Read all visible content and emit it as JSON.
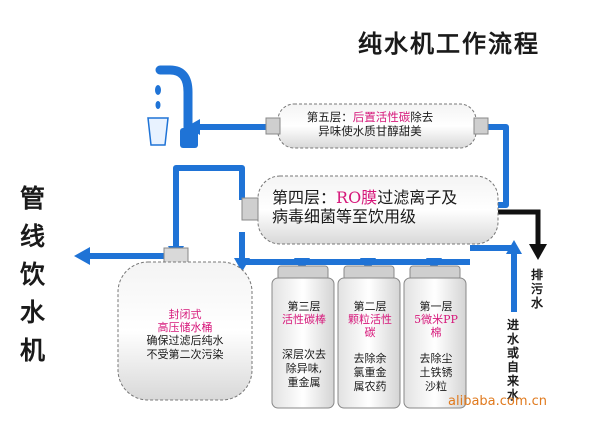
{
  "title": "纯水机工作流程",
  "vertical_label": "管线饮水机",
  "stage5": {
    "prefix": "第五层：",
    "highlight": "后置活性碳",
    "suffix": "除去",
    "line2": "异味使水质甘醇甜美"
  },
  "stage4": {
    "prefix": "第四层：",
    "highlight": "RO膜",
    "suffix": "过滤离子及",
    "line2": "病毒细菌等至饮用级"
  },
  "tank": {
    "name1": "封闭式",
    "name2": "高压储水桶",
    "desc1": "确保过滤后纯水",
    "desc2": "不受第二次污染"
  },
  "cartridges": [
    {
      "t1": "第三层",
      "t2": "活性碳棒",
      "desc": [
        "深层次去",
        "除异味,",
        "重金属"
      ]
    },
    {
      "t1": "第二层",
      "t2": "颗粒活性",
      "t3": "碳",
      "desc": [
        "去除余",
        "氯重金",
        "属农药"
      ]
    },
    {
      "t1": "第一层",
      "t2": "5微米PP",
      "t3": "棉",
      "desc": [
        "去除尘",
        "土铁锈",
        "沙粒"
      ]
    }
  ],
  "drain": "排污水",
  "inlet": "进水或自来水",
  "watermark": "alibaba.com.cn",
  "colors": {
    "pipe": "#1f73d6",
    "highlight": "#d6177a",
    "drain": "#111111"
  }
}
